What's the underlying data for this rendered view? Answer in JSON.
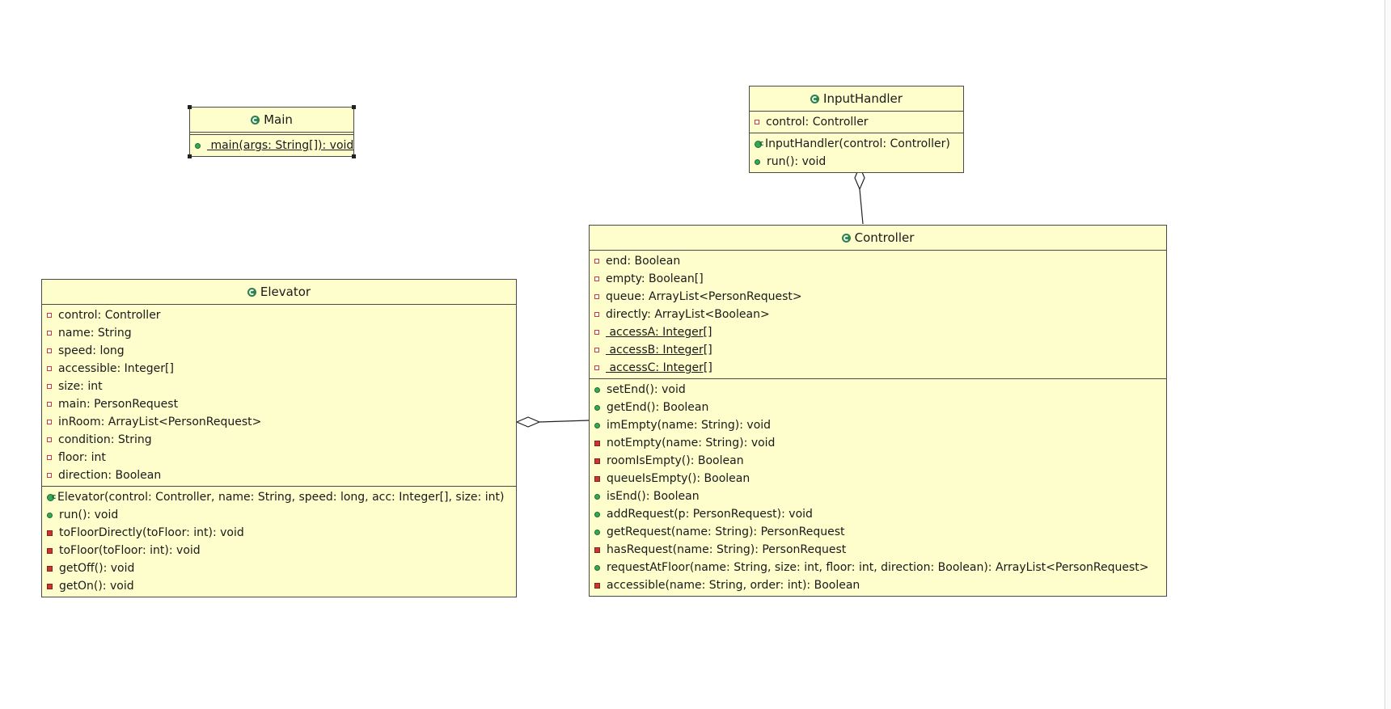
{
  "classes": {
    "main": {
      "name": "Main",
      "fields": [],
      "methods": [
        {
          "label": " main(args: String[]): void",
          "kind": "public",
          "static": true
        }
      ]
    },
    "input_handler": {
      "name": "InputHandler",
      "fields": [
        {
          "label": "control: Controller",
          "kind": "private"
        }
      ],
      "methods": [
        {
          "label": "InputHandler(control: Controller)",
          "kind": "constructor"
        },
        {
          "label": "run(): void",
          "kind": "public"
        }
      ]
    },
    "controller": {
      "name": "Controller",
      "fields": [
        {
          "label": "end: Boolean",
          "kind": "private"
        },
        {
          "label": "empty: Boolean[]",
          "kind": "private"
        },
        {
          "label": "queue: ArrayList<PersonRequest>",
          "kind": "private"
        },
        {
          "label": "directly: ArrayList<Boolean>",
          "kind": "private"
        },
        {
          "label": " accessA: Integer[]",
          "kind": "private",
          "static": true
        },
        {
          "label": " accessB: Integer[]",
          "kind": "private",
          "static": true
        },
        {
          "label": " accessC: Integer[]",
          "kind": "private",
          "static": true
        }
      ],
      "methods": [
        {
          "label": "setEnd(): void",
          "kind": "public"
        },
        {
          "label": "getEnd(): Boolean",
          "kind": "public"
        },
        {
          "label": "imEmpty(name: String): void",
          "kind": "public"
        },
        {
          "label": "notEmpty(name: String): void",
          "kind": "private"
        },
        {
          "label": "roomIsEmpty(): Boolean",
          "kind": "private"
        },
        {
          "label": "queueIsEmpty(): Boolean",
          "kind": "private"
        },
        {
          "label": "isEnd(): Boolean",
          "kind": "public"
        },
        {
          "label": "addRequest(p: PersonRequest): void",
          "kind": "public"
        },
        {
          "label": "getRequest(name: String): PersonRequest",
          "kind": "public"
        },
        {
          "label": "hasRequest(name: String): PersonRequest",
          "kind": "private"
        },
        {
          "label": "requestAtFloor(name: String, size: int, floor: int, direction: Boolean): ArrayList<PersonRequest>",
          "kind": "public"
        },
        {
          "label": "accessible(name: String, order: int): Boolean",
          "kind": "private"
        }
      ]
    },
    "elevator": {
      "name": "Elevator",
      "fields": [
        {
          "label": "control: Controller",
          "kind": "private"
        },
        {
          "label": "name: String",
          "kind": "private"
        },
        {
          "label": "speed: long",
          "kind": "private"
        },
        {
          "label": "accessible: Integer[]",
          "kind": "private"
        },
        {
          "label": "size: int",
          "kind": "private"
        },
        {
          "label": "main: PersonRequest",
          "kind": "private"
        },
        {
          "label": "inRoom: ArrayList<PersonRequest>",
          "kind": "private"
        },
        {
          "label": "condition: String",
          "kind": "private"
        },
        {
          "label": "floor: int",
          "kind": "private"
        },
        {
          "label": "direction: Boolean",
          "kind": "private"
        }
      ],
      "methods": [
        {
          "label": "Elevator(control: Controller, name: String, speed: long, acc: Integer[], size: int)",
          "kind": "constructor"
        },
        {
          "label": "run(): void",
          "kind": "public"
        },
        {
          "label": "toFloorDirectly(toFloor: int): void",
          "kind": "private"
        },
        {
          "label": "toFloor(toFloor: int): void",
          "kind": "private"
        },
        {
          "label": "getOff(): void",
          "kind": "private"
        },
        {
          "label": "getOn(): void",
          "kind": "private"
        }
      ]
    }
  },
  "relations": [
    {
      "type": "aggregation",
      "whole": "InputHandler",
      "part": "Controller"
    },
    {
      "type": "aggregation",
      "whole": "Elevator",
      "part": "Controller"
    }
  ],
  "colors": {
    "class_fill": "#fefecc",
    "class_border": "#4a4a4a",
    "private_marker": "#c93535",
    "public_marker": "#37a855"
  }
}
